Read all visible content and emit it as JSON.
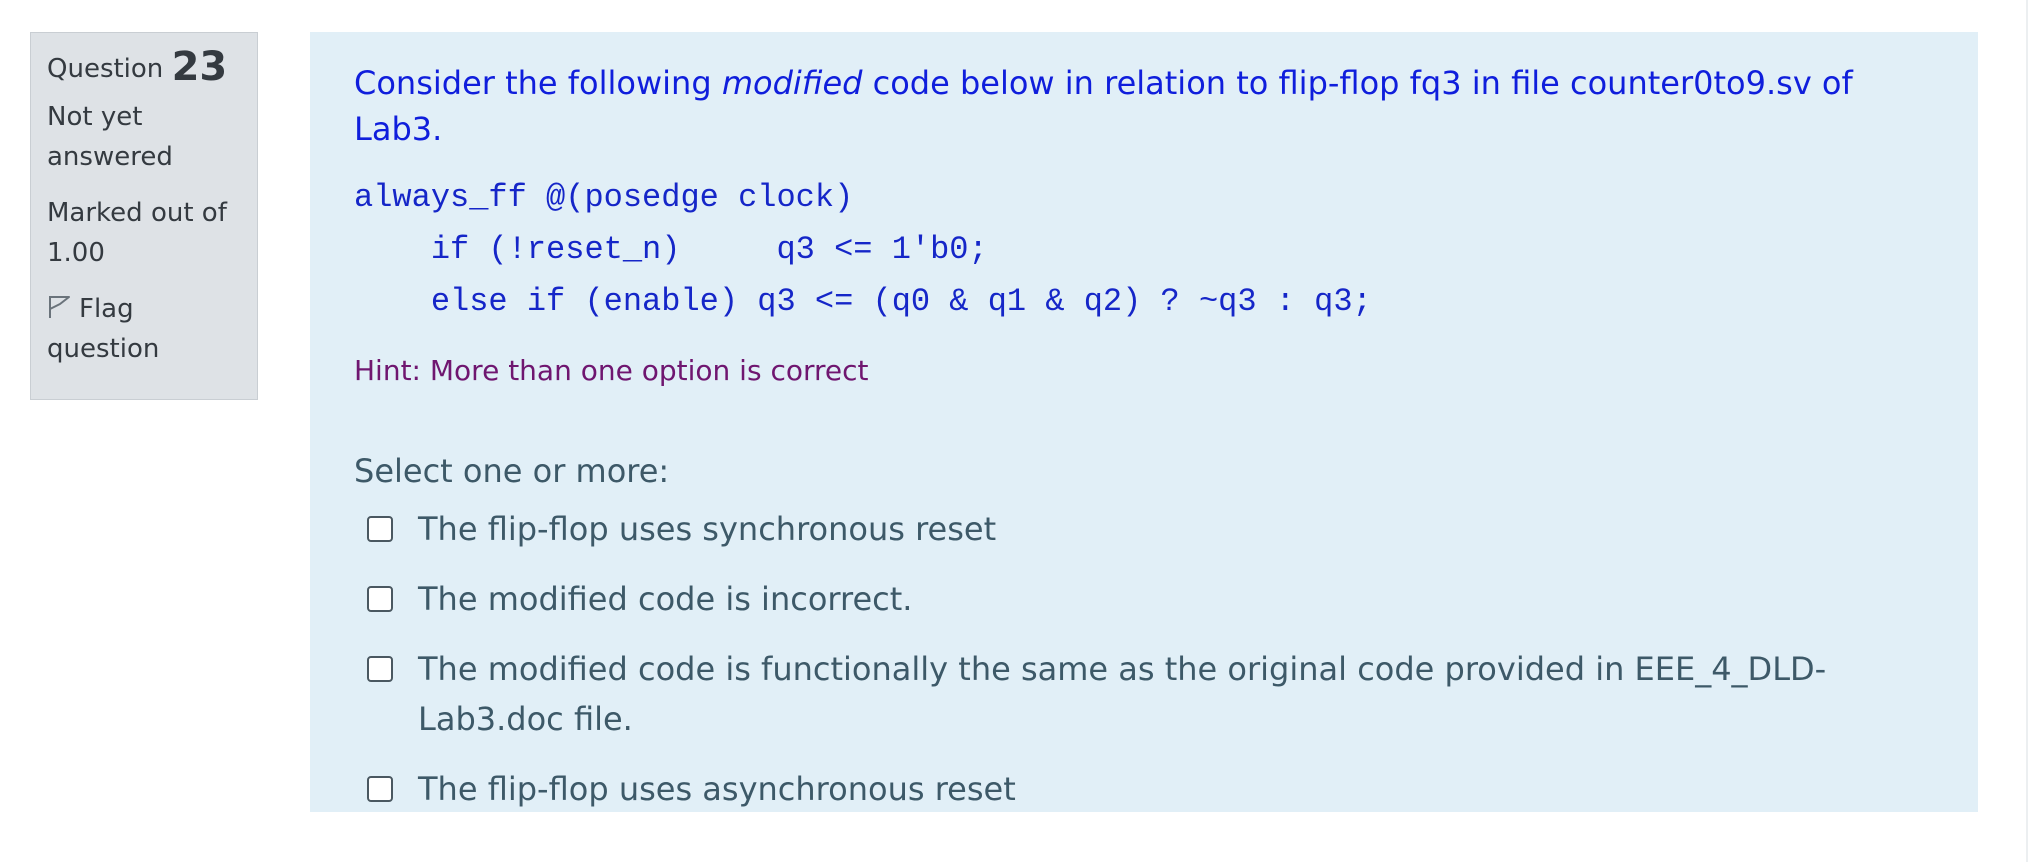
{
  "info": {
    "question_word": "Question",
    "question_number": "23",
    "state": "Not yet answered",
    "grade": "Marked out of 1.00",
    "flag_label": "Flag question"
  },
  "question": {
    "text_before": "Consider the following ",
    "text_emphasis": "modified",
    "text_after": " code below in relation to flip-flop fq3 in file counter0to9.sv of Lab3.",
    "code_lines": [
      "always_ff @(posedge clock)",
      "    if (!reset_n)     q3 <= 1'b0;",
      "    else if (enable) q3 <= (q0 & q1 & q2) ? ~q3 : q3;"
    ],
    "hint": "Hint: More than one option is correct"
  },
  "answer": {
    "prompt": "Select one or more:",
    "options": [
      {
        "label": "The flip-flop uses synchronous reset"
      },
      {
        "label": "The modified code is incorrect."
      },
      {
        "label": "The modified code is functionally the same as the original code provided in EEE_4_DLD-Lab3.doc file."
      },
      {
        "label": "The flip-flop uses asynchronous reset"
      }
    ]
  }
}
